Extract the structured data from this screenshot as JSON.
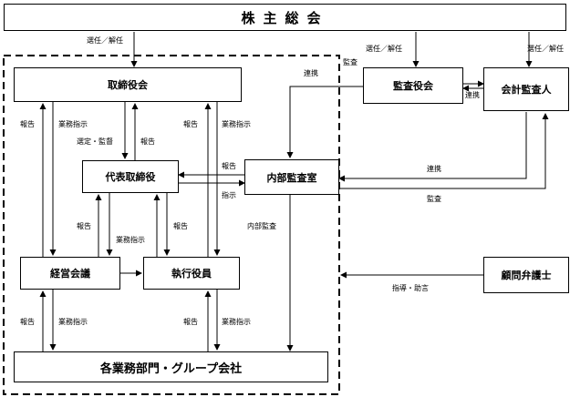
{
  "nodes": {
    "agm": "株主総会",
    "board": "取締役会",
    "representative": "代表取締役",
    "internal_audit": "内部監査室",
    "management_meeting": "経営会議",
    "executive_officers": "執行役員",
    "departments": "各業務部門・グループ会社",
    "audit_board": "監査役会",
    "accounting_auditor": "会計監査人",
    "legal_advisor": "顧問弁護士"
  },
  "edge_labels": {
    "appoint_board": "選任／解任",
    "appoint_audit": "選任／解任",
    "appoint_accountant": "選任／解任",
    "audit_top": "監査",
    "coop_top": "連携",
    "coop_between": "連携",
    "report_board_left": "報告",
    "instruct_board_left": "業務指示",
    "select_supervise": "選定・監督",
    "report_rep_up": "報告",
    "report_board_right": "報告",
    "instruct_board_right": "業務指示",
    "report_to_rep": "報告",
    "instruct_from_rep": "指示",
    "coop_right": "連携",
    "audit_right": "監査",
    "report_mm": "報告",
    "instruct_mm": "業務指示",
    "report_exec": "報告",
    "internal_audit_down": "内部監査",
    "report_dept_left": "報告",
    "instruct_dept_left": "業務指示",
    "report_dept_right": "報告",
    "instruct_dept_right": "業務指示",
    "guidance": "指導・助言"
  }
}
